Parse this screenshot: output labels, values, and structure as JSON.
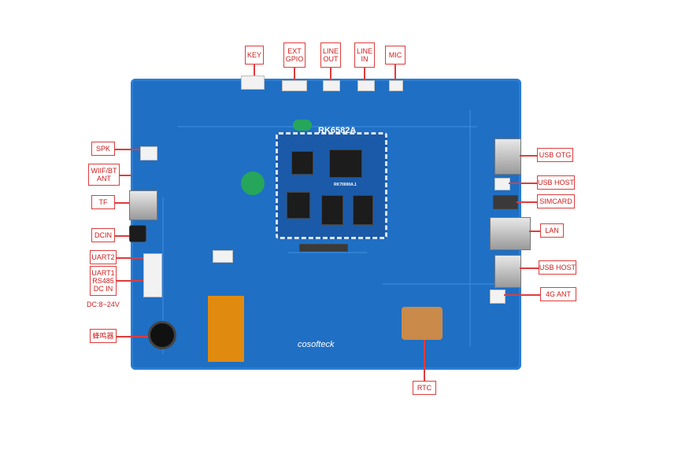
{
  "board": {
    "silkscreen_model": "RK6582A",
    "silkscreen_brand": "cosofteck",
    "silkscreen_chip": "RK70000A.1"
  },
  "callouts": {
    "key": "KEY",
    "ext_gpio": "EXT\nGPIO",
    "line_out": "LINE\nOUT",
    "line_in": "LINE\nIN",
    "mic": "MIC",
    "spk": "SPK",
    "wifi_bt": "WIIF/BT\nANT",
    "tf": "TF",
    "dcin": "DCIN",
    "uart2": "UART2",
    "uart1_rs485_dcin": "UART1\nRS485\nDC IN",
    "dc_range": "DC:8~24V",
    "buzzer": "蜂鸣器",
    "usb_otg": "USB OTG",
    "usb_host_1": "USB HOST",
    "simcard": "SIMCARD",
    "lan": "LAN",
    "usb_host_2": "USB HOST",
    "ant_4g": "4G ANT",
    "rtc": "RTC"
  },
  "colors": {
    "pcb": "#1f6fc4",
    "callout_border": "#e03c3c",
    "callout_text": "#d01c1c"
  }
}
